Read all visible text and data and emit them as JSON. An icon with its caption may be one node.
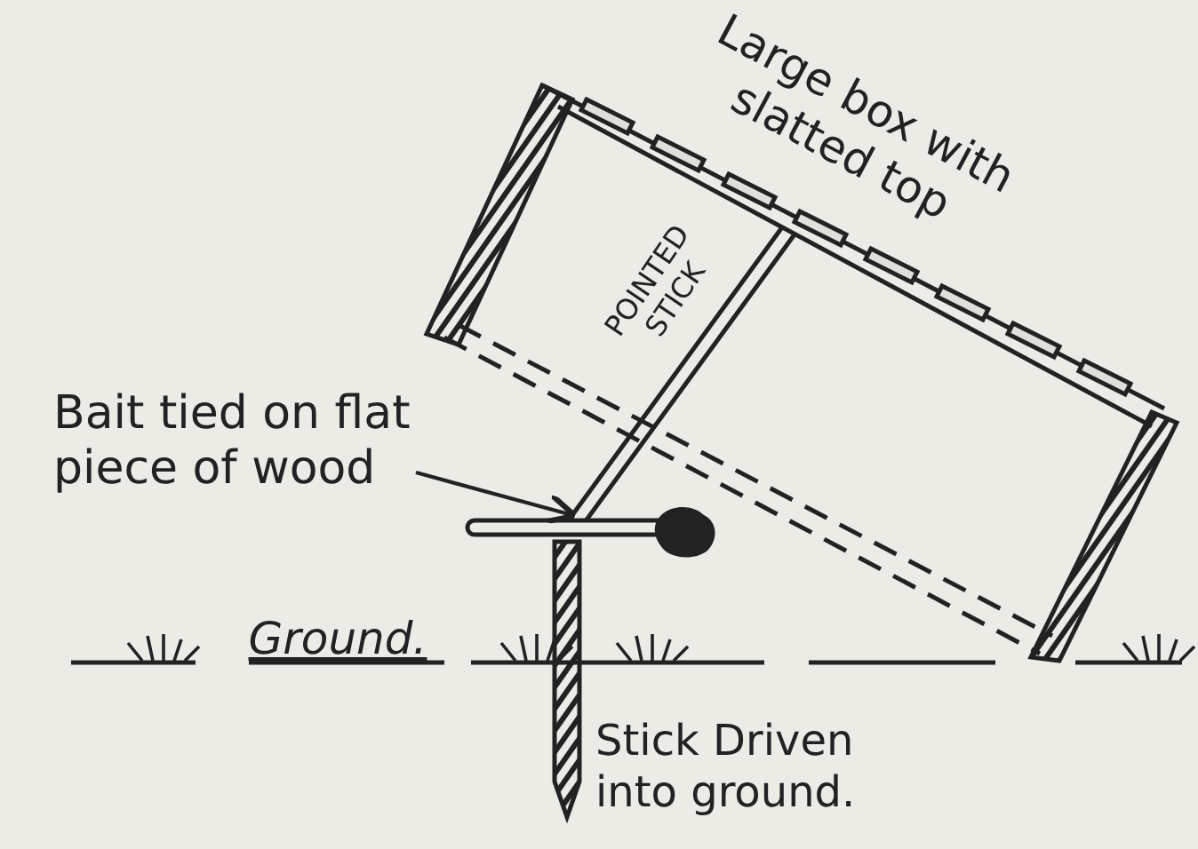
{
  "diagram": {
    "nodes": [
      {
        "text": [
          "Bait tied on flat piece of wood"
        ]
      },
      {
        "text": [],
        "shape": "picture"
      }
    ],
    "edges": [
      {
        "from": 0,
        "to": 1,
        "arrow": "to"
      }
    ],
    "labels": [
      "Large box with slatted top",
      "POINTED STICK",
      "Ground.",
      "Stick Driven into ground."
    ]
  }
}
